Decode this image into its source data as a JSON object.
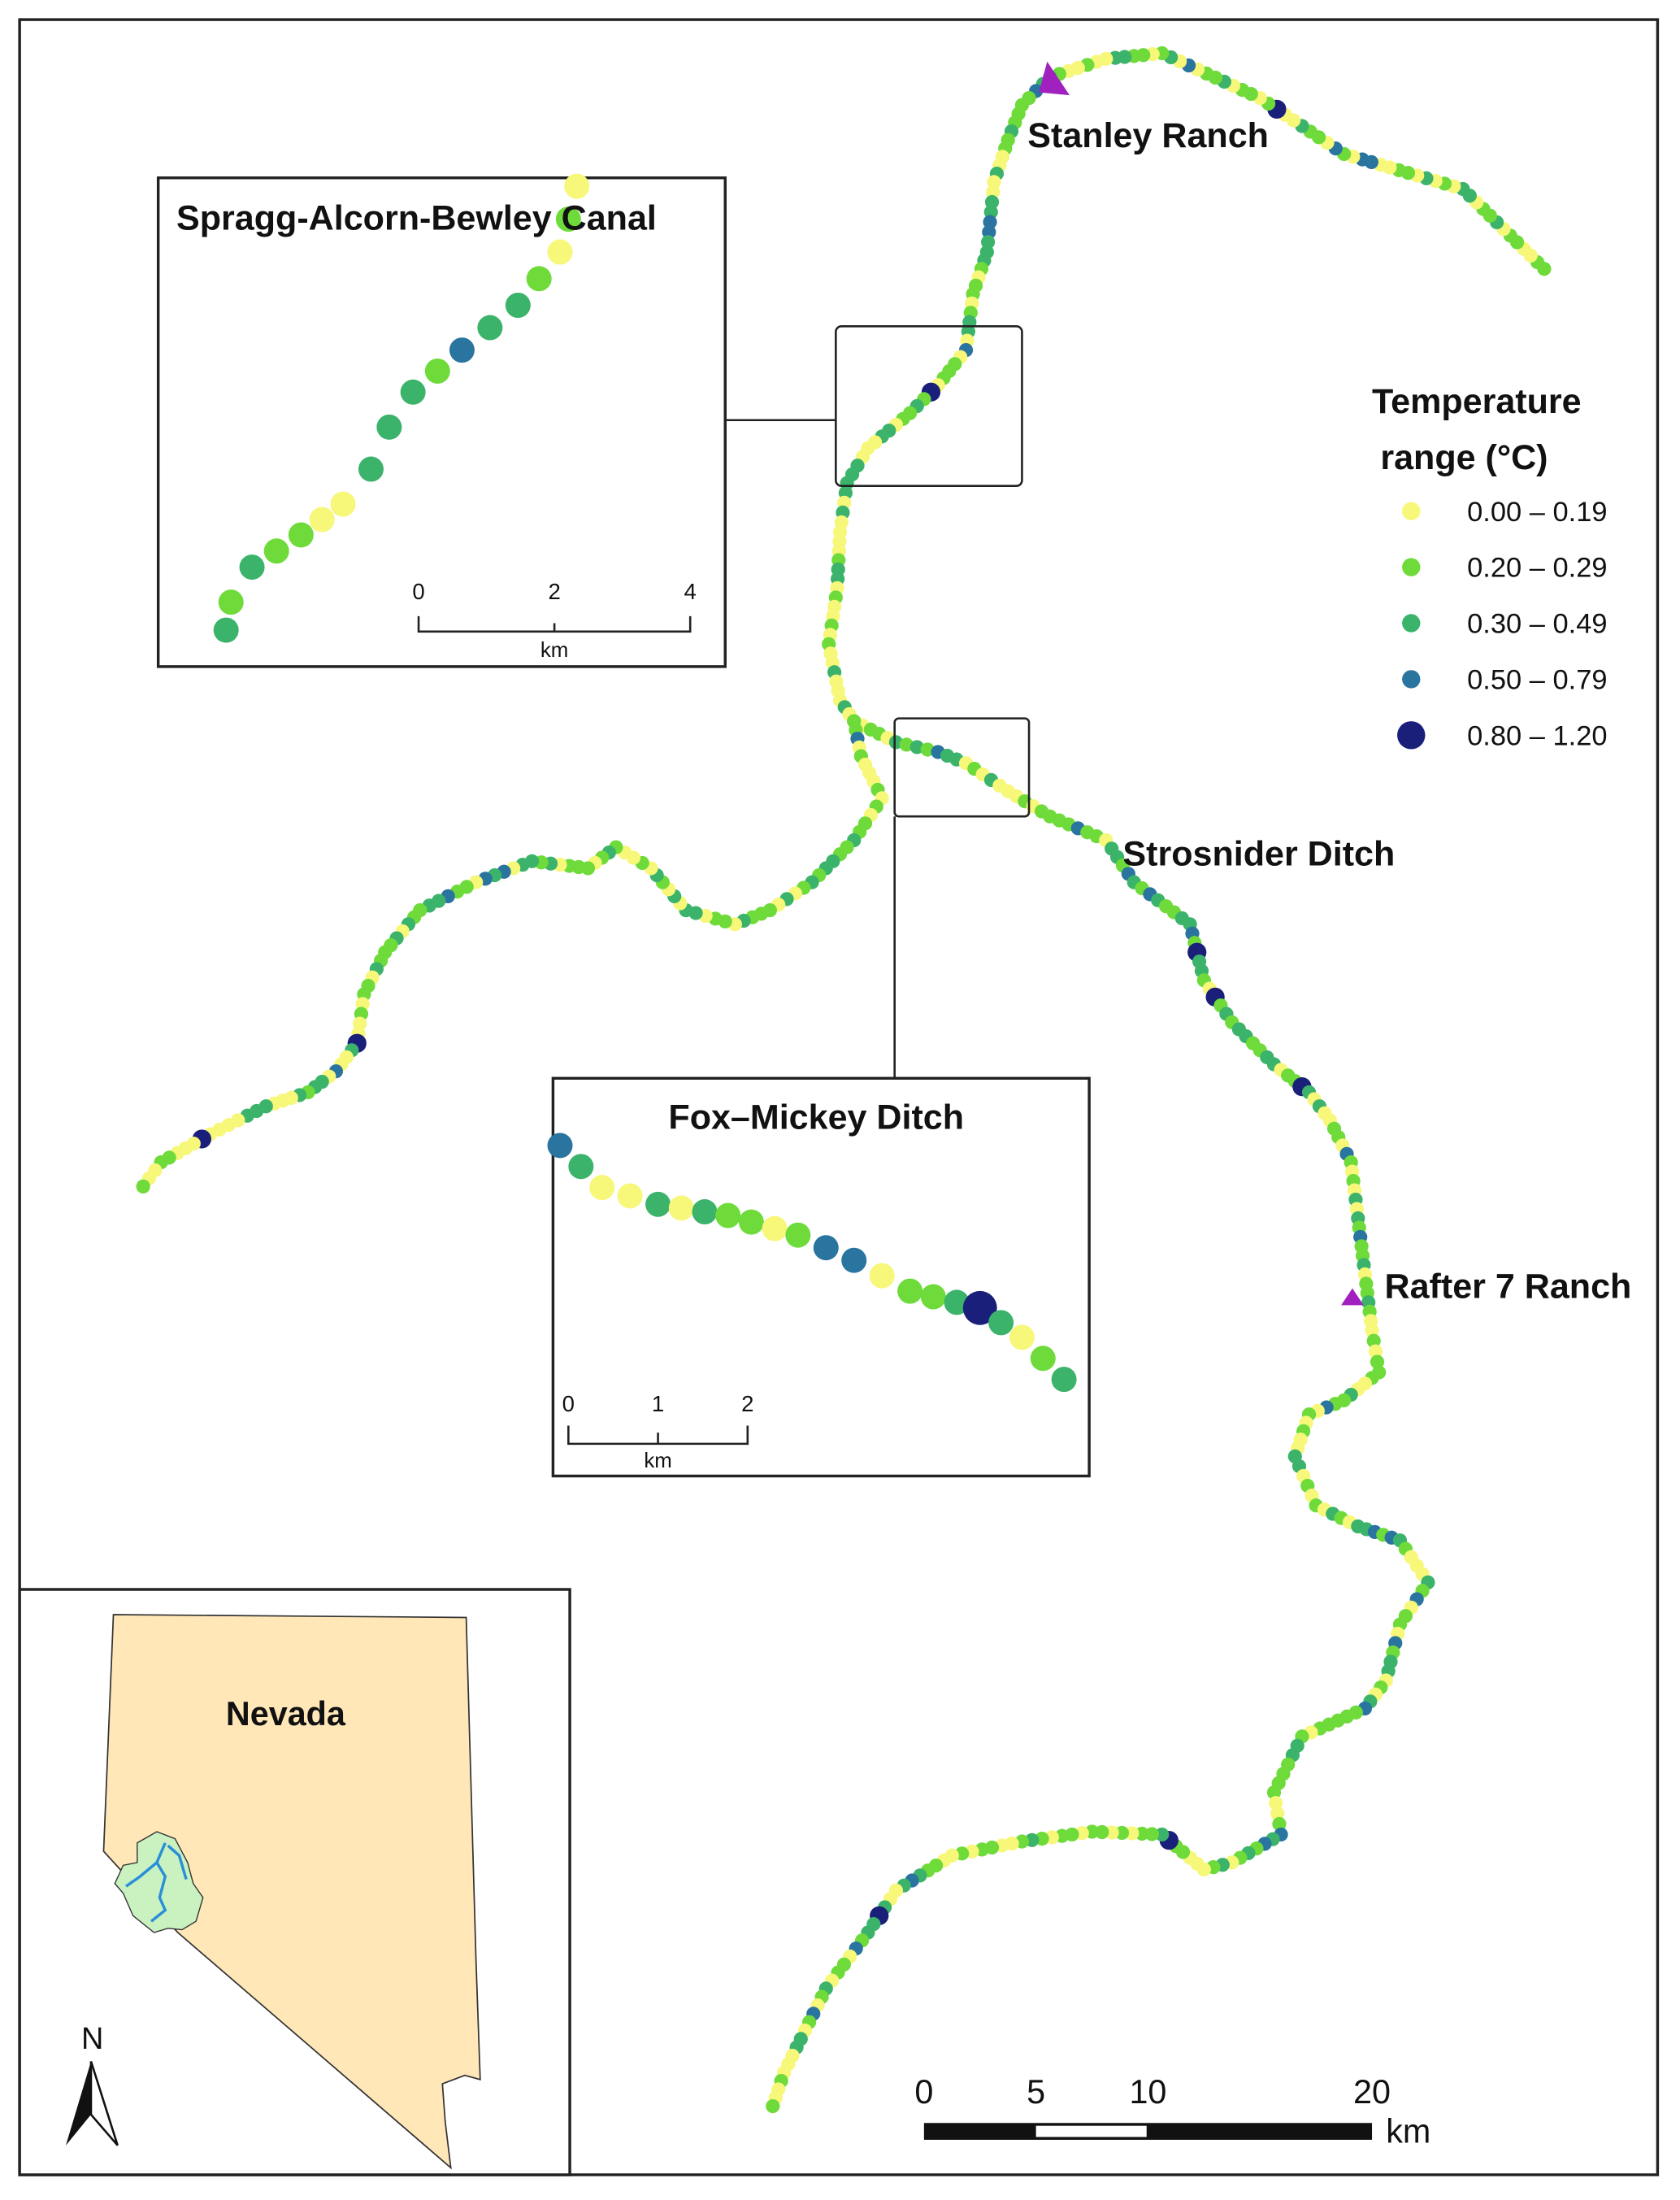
{
  "legend": {
    "title_line1": "Temperature",
    "title_line2": "range (°C)",
    "classes": [
      {
        "label": "0.00 – 0.19",
        "color": "#f7f77a"
      },
      {
        "label": "0.20 – 0.29",
        "color": "#6edb3a"
      },
      {
        "label": "0.30 – 0.49",
        "color": "#3cb36a"
      },
      {
        "label": "0.50 – 0.79",
        "color": "#2a74a0"
      },
      {
        "label": "0.80 – 1.20",
        "color": "#1a1f7a"
      }
    ]
  },
  "places": {
    "stanley": "Stanley Ranch",
    "strosnider": "Strosnider Ditch",
    "rafter": "Rafter 7 Ranch"
  },
  "insets": {
    "spragg": {
      "title": "Spragg-Alcorn-Bewley Canal",
      "ticks": [
        "0",
        "2",
        "4"
      ],
      "unit": "km"
    },
    "fox": {
      "title": "Fox–Mickey Ditch",
      "ticks": [
        "0",
        "1",
        "2"
      ],
      "unit": "km"
    }
  },
  "locator": {
    "state": "Nevada",
    "north": "N"
  },
  "scalebar": {
    "ticks": [
      "0",
      "5",
      "10",
      "20"
    ],
    "unit": "km"
  },
  "colors": {
    "state_fill": "#ffe7b8",
    "watershed_fill": "#c9f2c0",
    "river": "#2a8fd8",
    "marker": "#a020c0"
  }
}
